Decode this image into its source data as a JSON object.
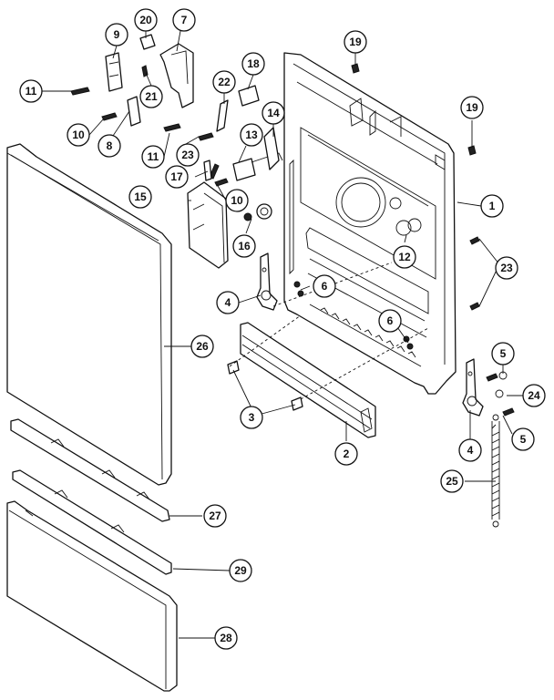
{
  "callouts": {
    "c1": "1",
    "c2": "2",
    "c3": "3",
    "c4a": "4",
    "c4b": "4",
    "c5a": "5",
    "c5b": "5",
    "c6a": "6",
    "c6b": "6",
    "c7": "7",
    "c8": "8",
    "c9": "9",
    "c10a": "10",
    "c10b": "10",
    "c11a": "11",
    "c11b": "11",
    "c12": "12",
    "c13": "13",
    "c14": "14",
    "c15": "15",
    "c16": "16",
    "c17": "17",
    "c18": "18",
    "c19a": "19",
    "c19b": "19",
    "c20": "20",
    "c21": "21",
    "c22": "22",
    "c23a": "23",
    "c23b": "23",
    "c24": "24",
    "c25": "25",
    "c26": "26",
    "c27": "27",
    "c28": "28",
    "c29": "29"
  }
}
